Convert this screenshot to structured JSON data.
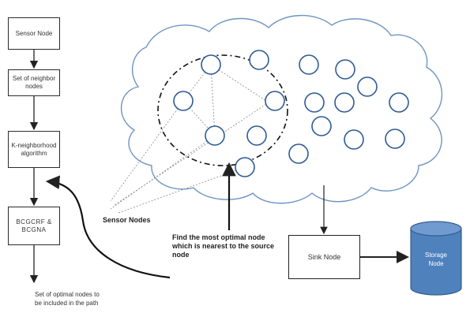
{
  "flow_boxes": {
    "sensor_node": "Sensor Node",
    "neighbor_nodes": "Set of neighbor nodes",
    "k_neighborhood": "K-neighborhood algorithm",
    "bcgcrf_bcgna": "BCGCRF & BCGNA"
  },
  "flow_output": "Set of optimal nodes to be included in the path",
  "labels": {
    "sensor_nodes": "Sensor Nodes",
    "find_optimal": "Find the most optimal node which is nearest to the source node",
    "sink_node": "Sink Node",
    "storage_node": "Storage Node"
  },
  "colors": {
    "cloud_stroke": "#6d94c4",
    "node_stroke": "#2e5b94",
    "storage_fill": "#4f81bd",
    "line": "#222222"
  }
}
